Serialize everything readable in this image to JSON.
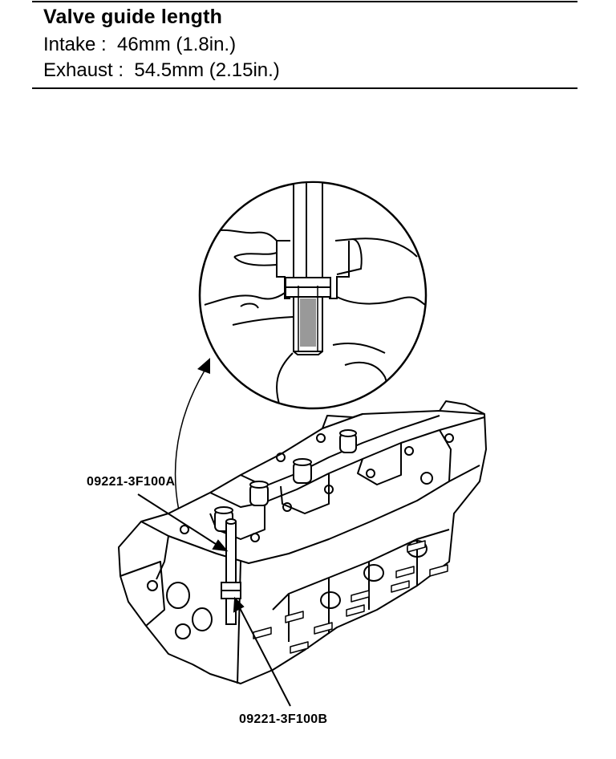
{
  "spec": {
    "title": "Valve guide length",
    "intake": "Intake :  46mm (1.8in.)",
    "exhaust": "Exhaust :  54.5mm (2.15in.)"
  },
  "callouts": {
    "tool_a": "09221-3F100A",
    "tool_b": "09221-3F100B"
  }
}
